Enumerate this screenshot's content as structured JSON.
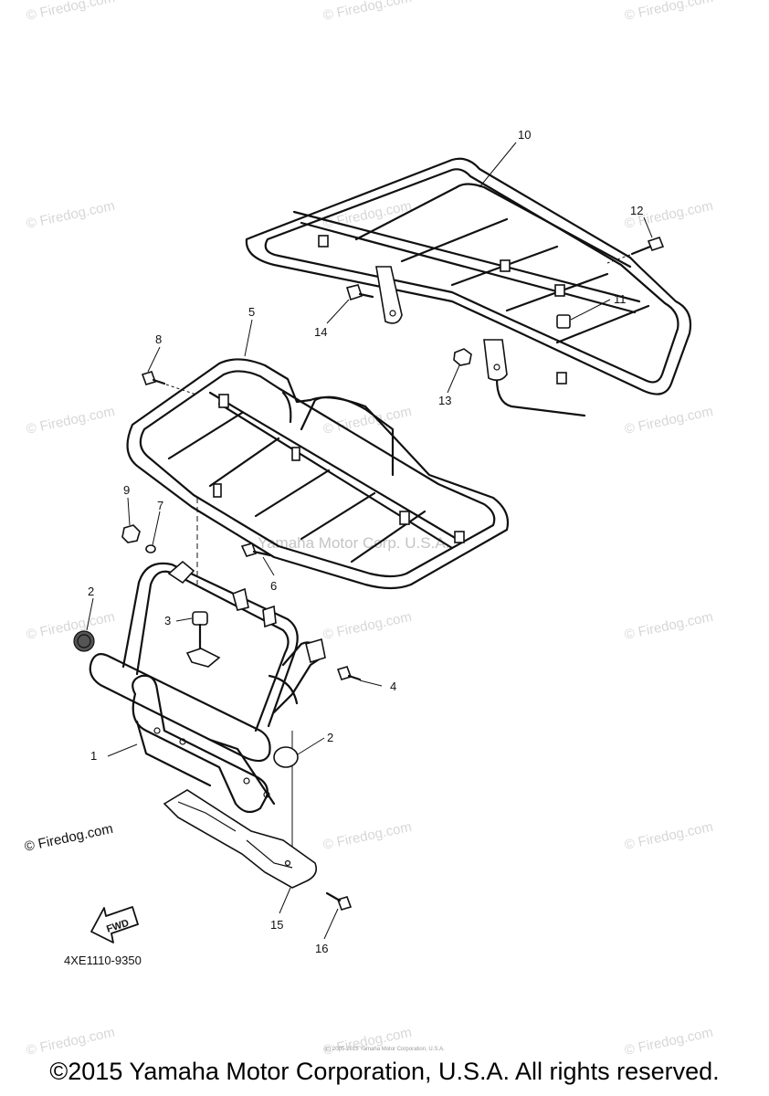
{
  "watermark": "© Firedog.com",
  "center_watermark": "Yamaha Motor Corp. U.S.A.",
  "callouts": [
    "1",
    "2",
    "2",
    "3",
    "4",
    "5",
    "6",
    "7",
    "8",
    "9",
    "10",
    "11",
    "12",
    "13",
    "14",
    "15",
    "16"
  ],
  "fwd_label": "FWD",
  "diagram_code": "4XE1110-9350",
  "tiny_credit": "(c) 2005-2015 Yamaha Motor Corporation, U.S.A.",
  "copyright": "©2015 Yamaha Motor Corporation, U.S.A. All rights reserved."
}
